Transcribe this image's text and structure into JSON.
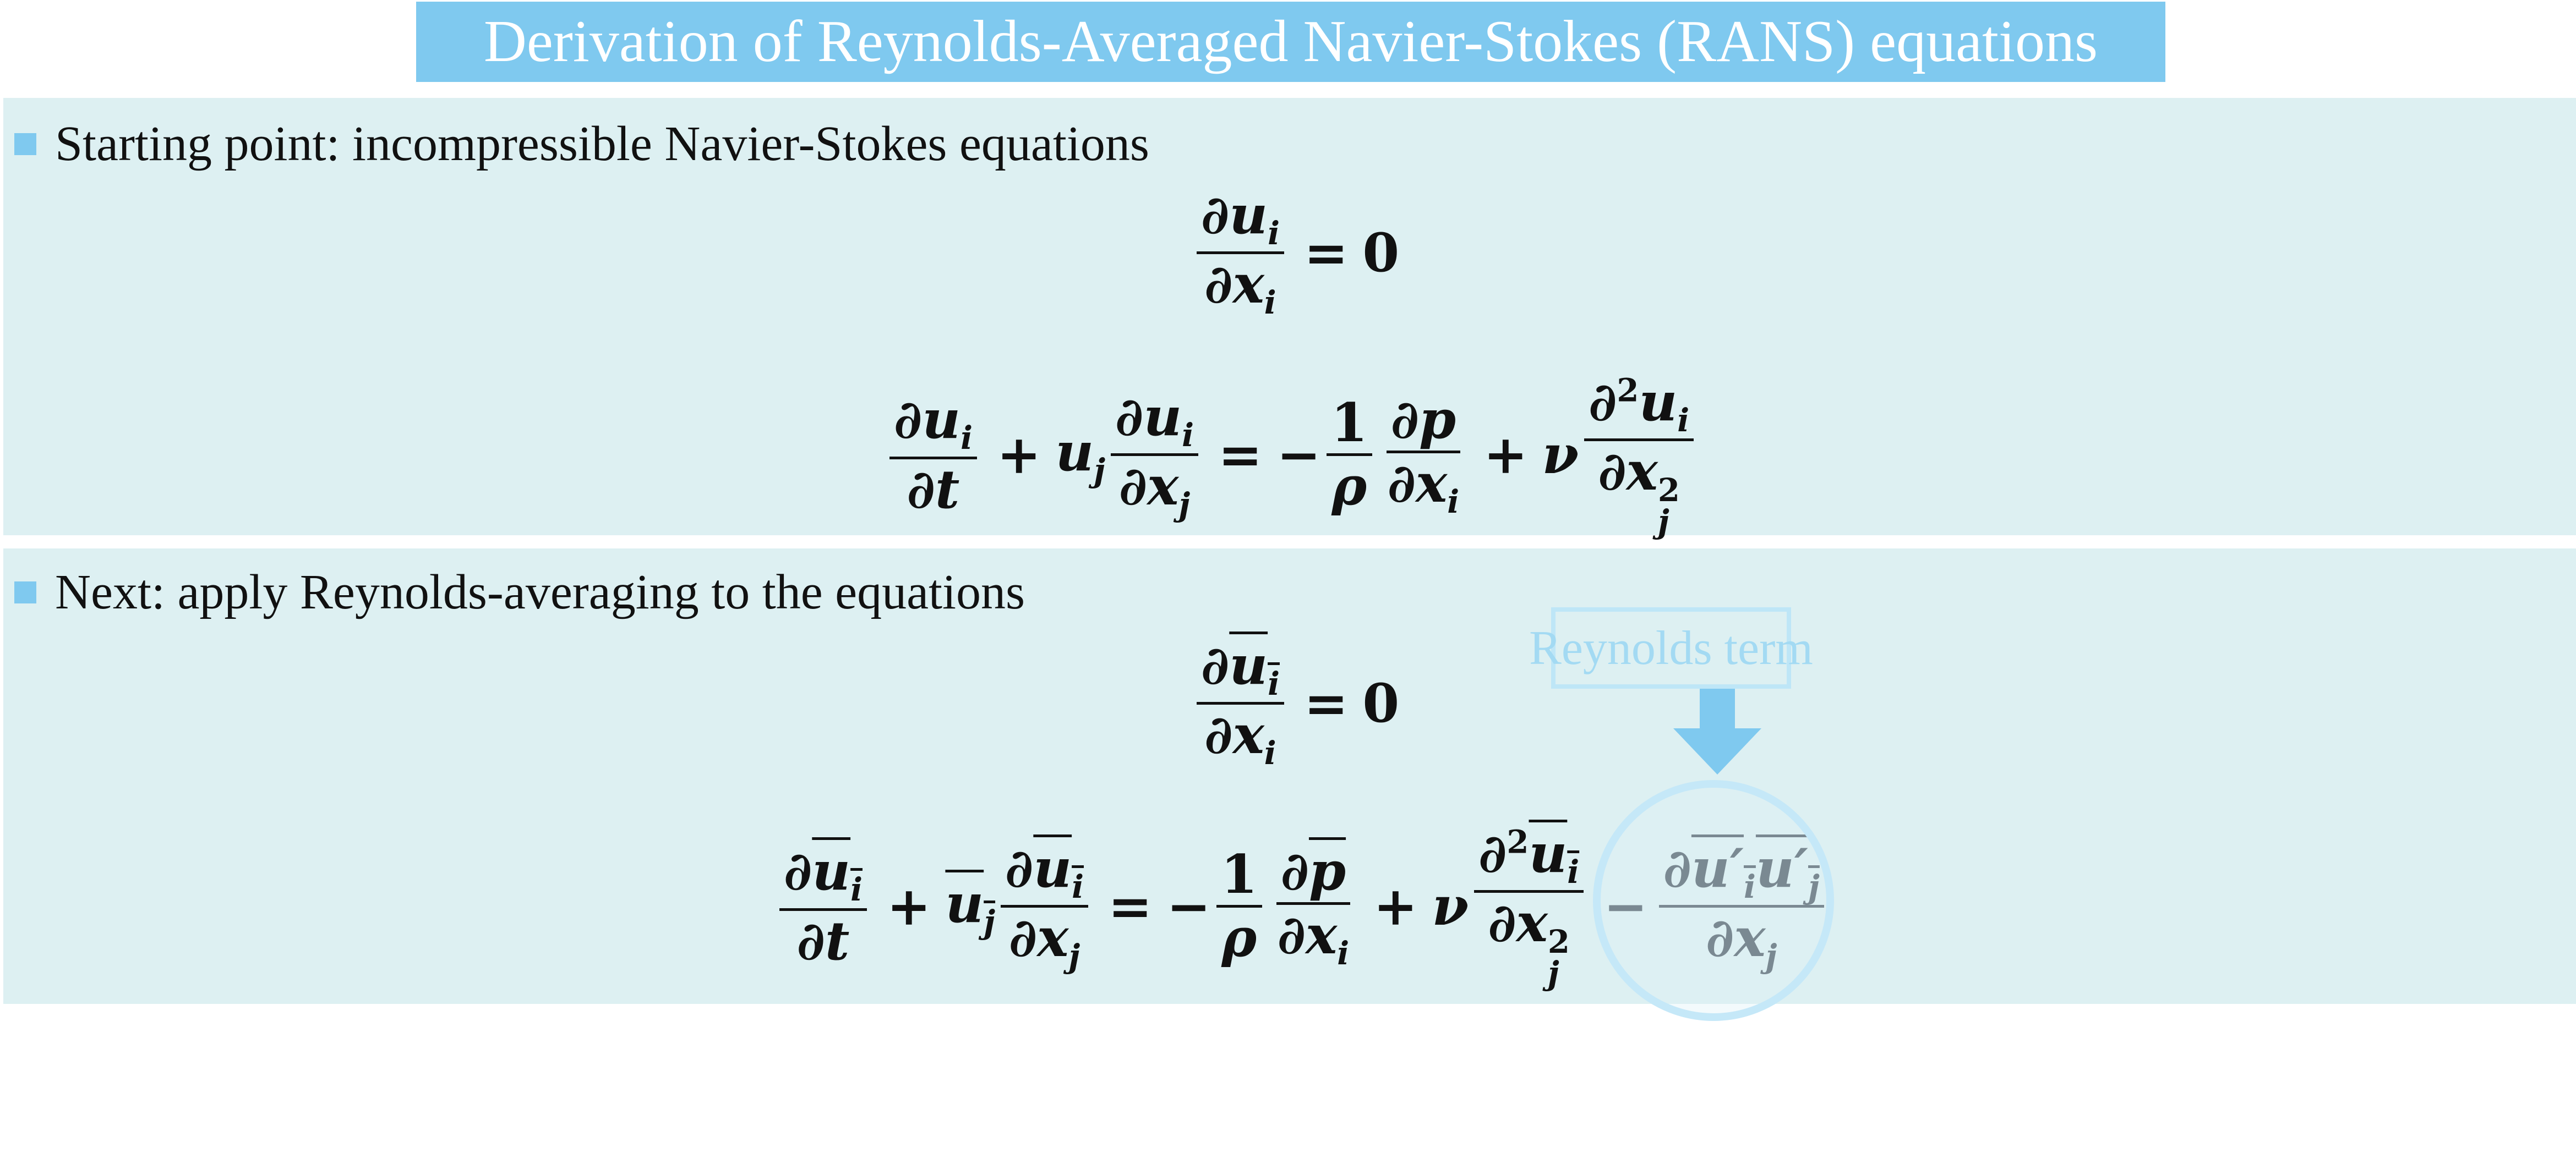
{
  "title": "Derivation of Reynolds-Averaged Navier-Stokes (RANS) equations",
  "sections": [
    {
      "bullet": "Starting point: incompressible Navier-Stokes equations",
      "continuity": "∂u_i/∂x_i = 0",
      "momentum": "∂u_i/∂t + u_j ∂u_i/∂x_j = −(1/ρ) ∂p/∂x_i + ν ∂²u_i/∂x_j²"
    },
    {
      "bullet": "Next: apply Reynolds-averaging to the equations",
      "continuity": "∂ū_i/∂x_i = 0",
      "momentum": "∂ū_i/∂t + ū_j ∂ū_i/∂x_j = −(1/ρ) ∂p̄/∂x_i + ν ∂²ū_i/∂x_j² − ∂(u'_i u'_j)‾/∂x_j"
    }
  ],
  "annotation": {
    "label": "Reynolds term"
  },
  "colors": {
    "accent": "#7fc9ef",
    "panel_background": "#ddf0f2",
    "annotation": "#a3daf3",
    "text": "#111111"
  }
}
